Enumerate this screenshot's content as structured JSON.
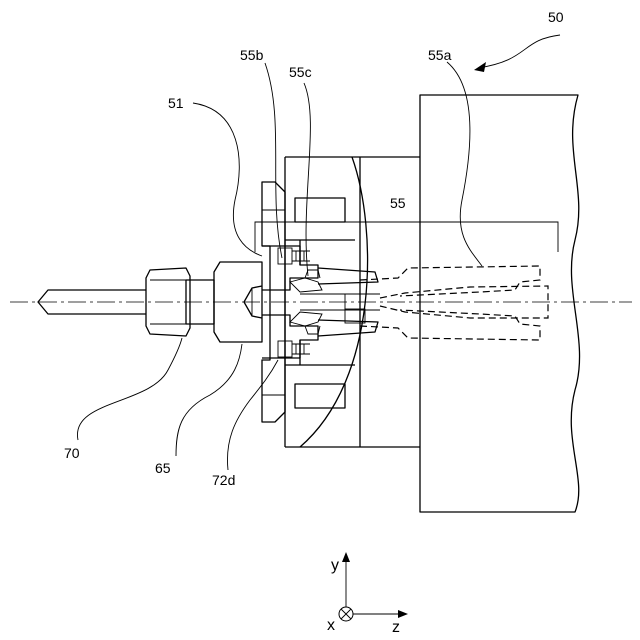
{
  "labels": {
    "l50": "50",
    "l55a": "55a",
    "l55b": "55b",
    "l55c": "55c",
    "l51": "51",
    "l55": "55",
    "l70": "70",
    "l65": "65",
    "l72d": "72d"
  },
  "axes": {
    "y": "y",
    "x": "x",
    "z": "z"
  }
}
